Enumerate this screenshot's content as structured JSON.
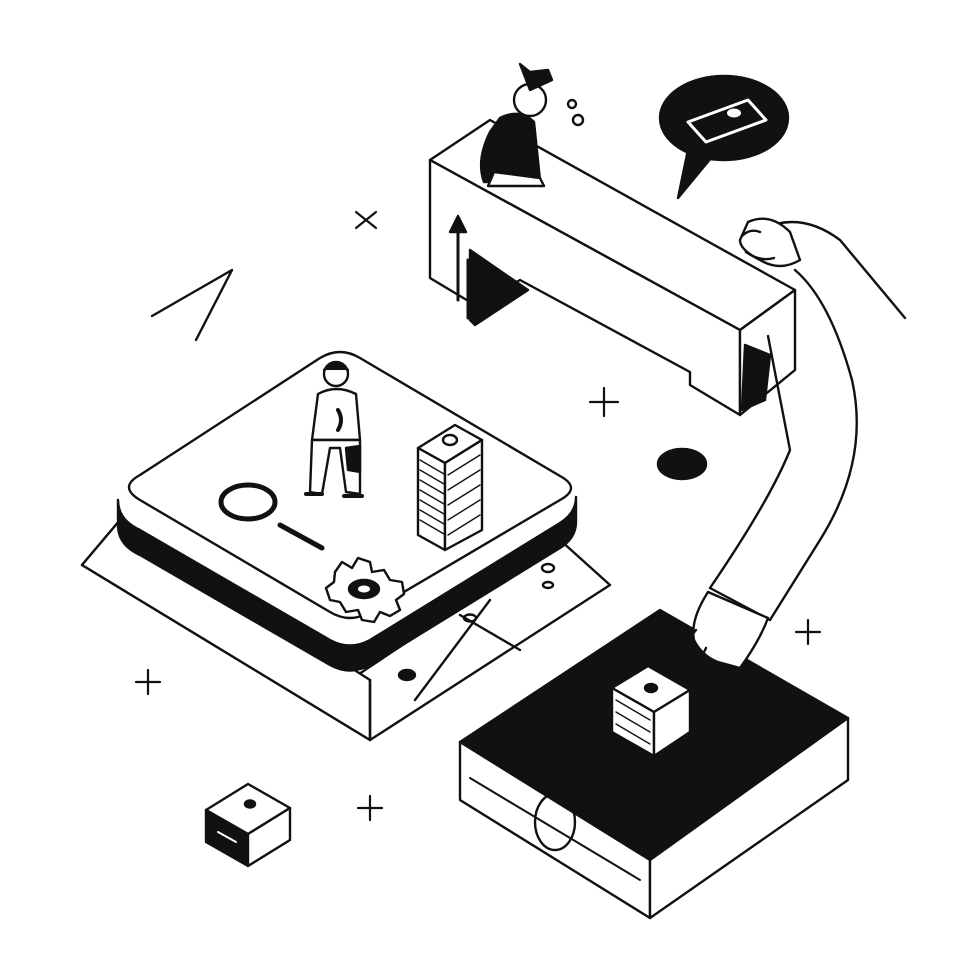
{
  "illustration": {
    "style": "isometric hand-drawn line art",
    "colors": {
      "ink": "#111111",
      "paper": "#ffffff"
    },
    "elements": [
      "checkerboard-floor-panel",
      "rounded-platform-tile",
      "standing-person",
      "stacked-documents",
      "magnifier",
      "gear-icon",
      "floating-bridge-block",
      "seated-person",
      "speech-bubble-with-note",
      "reaching-arm",
      "dark-top-box",
      "small-cube",
      "sparkle-marks"
    ]
  }
}
